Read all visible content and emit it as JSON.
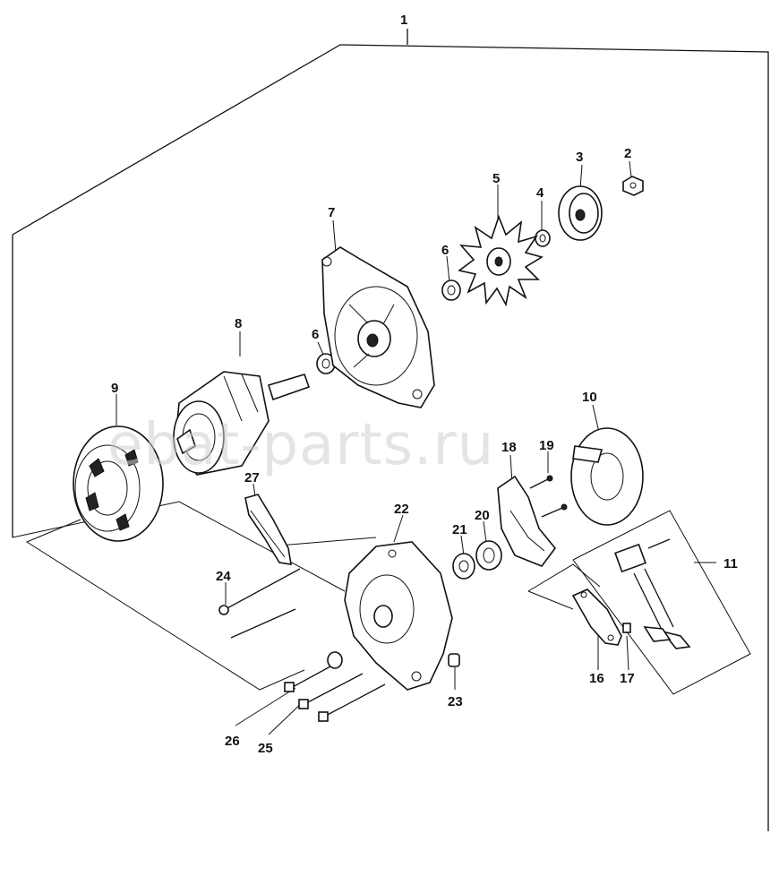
{
  "watermark": "ebat-parts.ru",
  "callouts": [
    {
      "id": "p1",
      "label": "1"
    },
    {
      "id": "p2",
      "label": "2"
    },
    {
      "id": "p3",
      "label": "3"
    },
    {
      "id": "p4",
      "label": "4"
    },
    {
      "id": "p5",
      "label": "5"
    },
    {
      "id": "p6a",
      "label": "6"
    },
    {
      "id": "p6b",
      "label": "6"
    },
    {
      "id": "p7",
      "label": "7"
    },
    {
      "id": "p8",
      "label": "8"
    },
    {
      "id": "p9",
      "label": "9"
    },
    {
      "id": "p10",
      "label": "10"
    },
    {
      "id": "p11",
      "label": "11"
    },
    {
      "id": "p16",
      "label": "16"
    },
    {
      "id": "p17",
      "label": "17"
    },
    {
      "id": "p18",
      "label": "18"
    },
    {
      "id": "p19",
      "label": "19"
    },
    {
      "id": "p20",
      "label": "20"
    },
    {
      "id": "p21",
      "label": "21"
    },
    {
      "id": "p22",
      "label": "22"
    },
    {
      "id": "p23",
      "label": "23"
    },
    {
      "id": "p24",
      "label": "24"
    },
    {
      "id": "p25",
      "label": "25"
    },
    {
      "id": "p26",
      "label": "26"
    },
    {
      "id": "p27",
      "label": "27"
    }
  ]
}
